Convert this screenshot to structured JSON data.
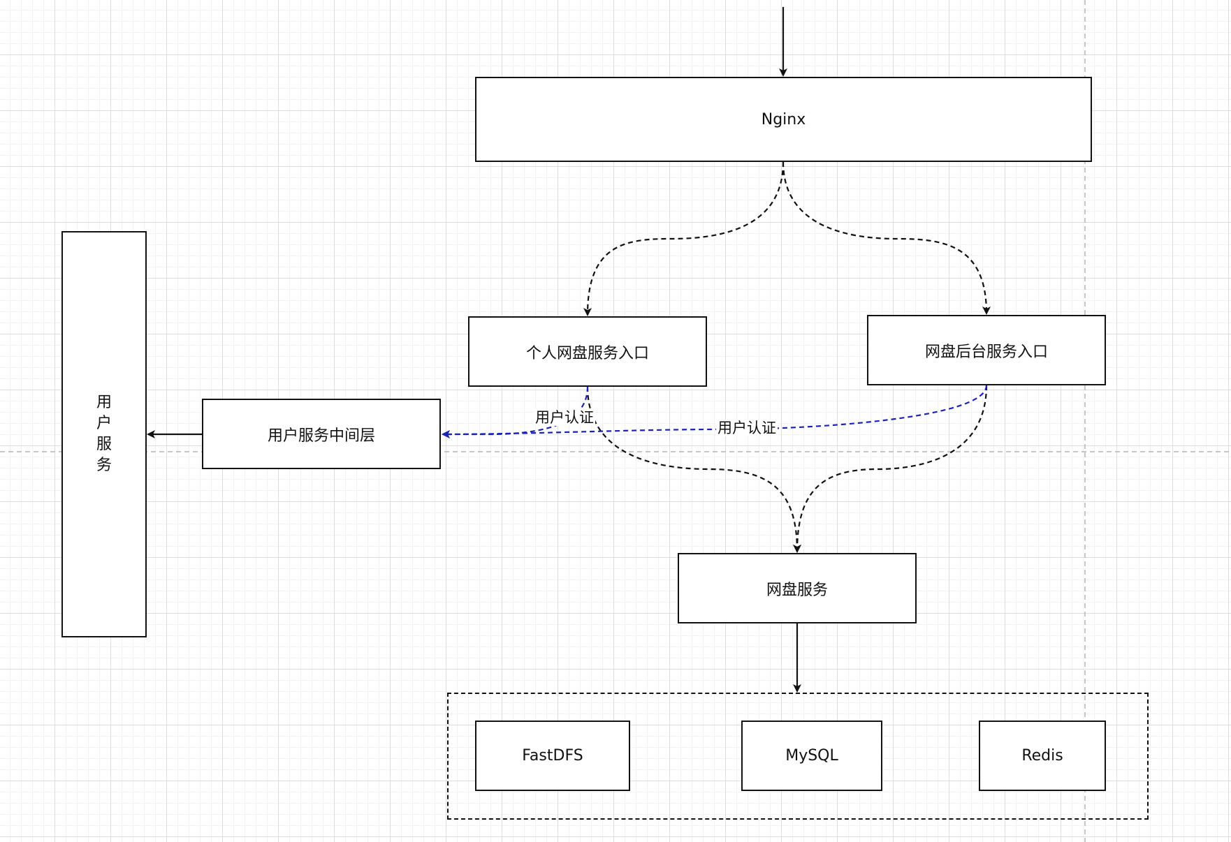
{
  "nodes": {
    "nginx": "Nginx",
    "personal_entry": "个人网盘服务入口",
    "admin_entry": "网盘后台服务入口",
    "user_middle": "用户服务中间层",
    "user_service": "用户服务",
    "pan_service": "网盘服务",
    "fastdfs": "FastDFS",
    "mysql": "MySQL",
    "redis": "Redis"
  },
  "edge_labels": {
    "auth_1": "用户认证",
    "auth_2": "用户认证"
  },
  "colors": {
    "line": "#111111",
    "auth_line": "#1a22b8",
    "grid": "#dedede"
  }
}
